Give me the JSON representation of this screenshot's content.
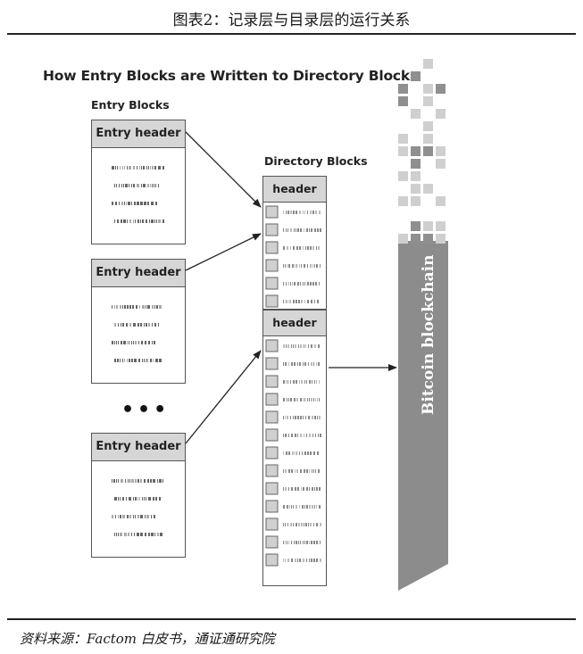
{
  "figure_title": "图表2：记录层与目录层的运行关系",
  "diagram_title": "How Entry Blocks are Written to Directory Blocks",
  "entry_blocks_label": "Entry Blocks",
  "directory_blocks_label": "Directory Blocks",
  "entry_blocks": [
    {
      "header": "Entry header"
    },
    {
      "header": "Entry header"
    },
    {
      "header": "Entry header"
    }
  ],
  "ellipsis": "•••",
  "directory_blocks": [
    {
      "header": "header",
      "rows": 6
    },
    {
      "header": "header",
      "rows": 13
    }
  ],
  "blockchain_label": "Bitcoin blockchain",
  "source": "资料来源：Factom 白皮书，通证通研究院",
  "colors": {
    "header_fill": "#d6d6d6",
    "border": "#555555",
    "blockchain": "#8c8c8c",
    "pixel_dark": "#8f8f8f",
    "pixel_light": "#cfcfcf"
  }
}
